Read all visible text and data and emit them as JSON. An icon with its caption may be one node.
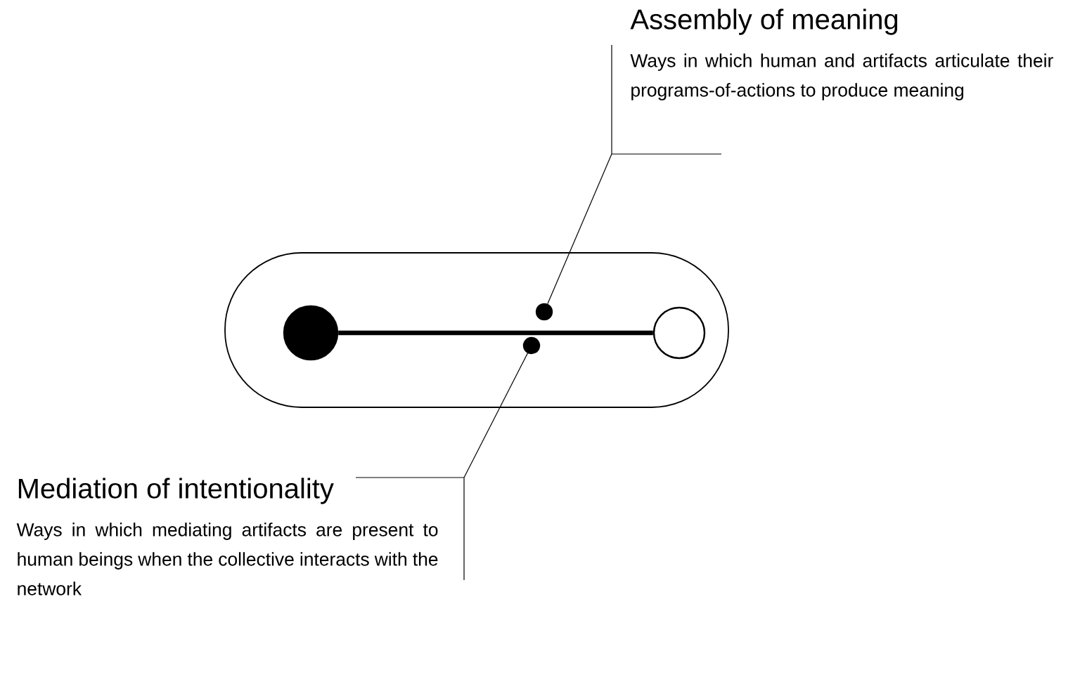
{
  "diagram": {
    "nodes": [
      {
        "text": [],
        "shape": "box"
      },
      {
        "text": [],
        "shape": "circle",
        "in": 0
      },
      {
        "text": [],
        "shape": "circle",
        "in": 0
      },
      {
        "text": [],
        "shape": "circle",
        "in": 0
      },
      {
        "text": [],
        "shape": "circle",
        "in": 0
      },
      {
        "text": [
          "Assembly of meaning",
          "Ways in which human and artifacts articulate their programs-of-actions to produce meaning"
        ]
      },
      {
        "text": [
          "Mediation of intentionality",
          "Ways in which mediating artifacts are present to human beings when the collective interacts with the network"
        ]
      }
    ],
    "edges": [
      {
        "from": 1,
        "to": 2,
        "arrow": "none",
        "style": "thick"
      },
      {
        "from": 5,
        "to": 3,
        "arrow": "none"
      },
      {
        "from": 6,
        "to": 4,
        "arrow": "none"
      }
    ]
  }
}
